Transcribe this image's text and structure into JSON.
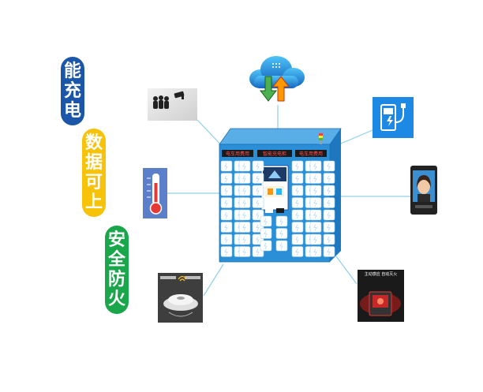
{
  "features": [
    {
      "chars": [
        "能",
        "充",
        "电"
      ],
      "color": "#1b56a9"
    },
    {
      "chars": [
        "数",
        "据",
        "可",
        "上"
      ],
      "color": "#f7c20a"
    },
    {
      "chars": [
        "安",
        "全",
        "防",
        "火"
      ],
      "color": "#1aa64a"
    }
  ],
  "cabinet": {
    "headers": [
      "电车用费用",
      "智能充电柜",
      "电车用费用"
    ],
    "color": "#2a8fd6"
  },
  "peripherals": {
    "cloud_icon": "cloud-data-arrows-icon",
    "people_camera_icon": "people-camera-icon",
    "charger_icon": "charging-station-icon",
    "thermometer_icon": "thermometer-icon",
    "face_terminal_icon": "face-recognition-terminal-icon",
    "smoke_detector_icon": "smoke-detector-icon",
    "fire_screen_icon": "fire-extinguisher-screen-icon",
    "fire_screen_title": "主动感应 自动灭火"
  }
}
